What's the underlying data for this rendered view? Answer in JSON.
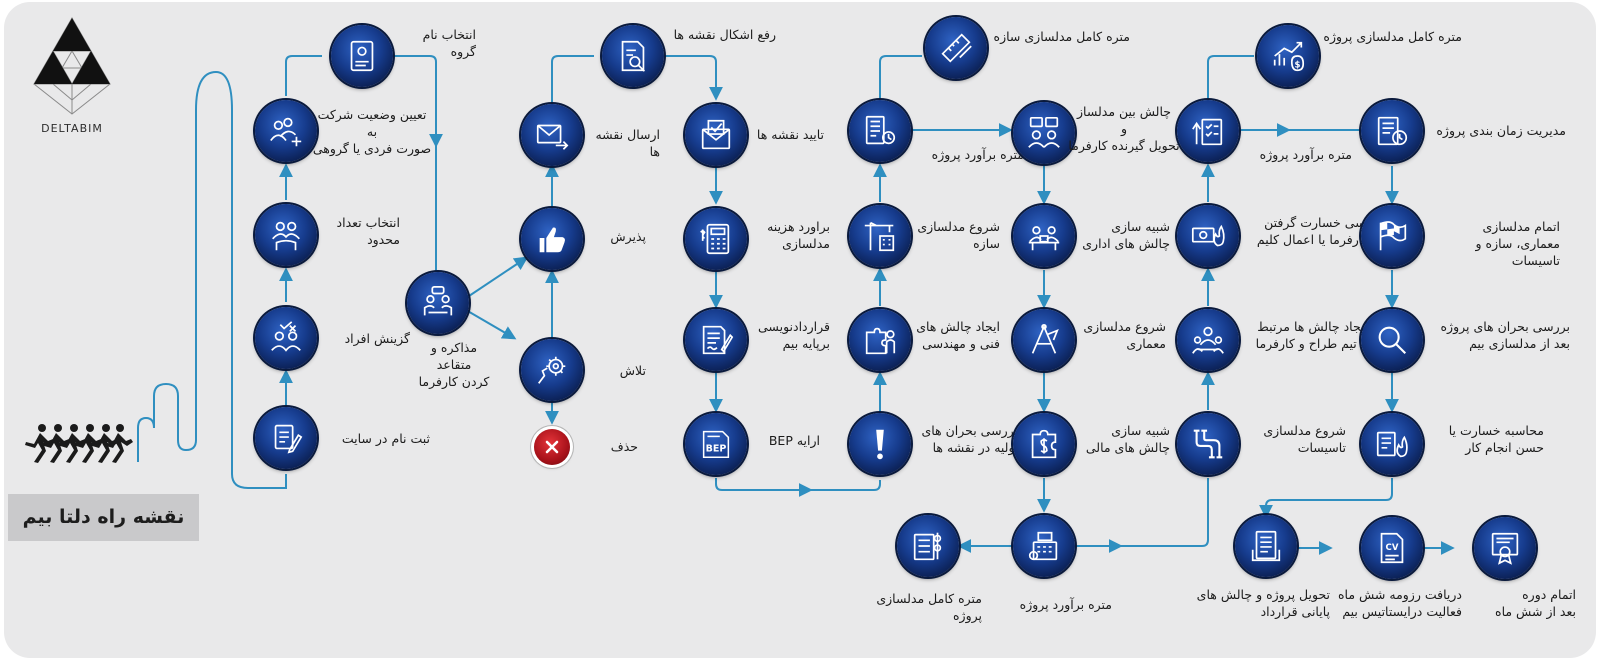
{
  "brand": {
    "name": "DELTABIM",
    "roadmap_title": "نقشه راه دلتا بیم"
  },
  "colors": {
    "background": "#e9e9ea",
    "connector": "#2f8fc0",
    "node_dark": "#0b1f52",
    "node_light": "#2f63c4",
    "reject": "#c0151d",
    "title_box": "#c9c9cb"
  },
  "steps": {
    "register": {
      "label": "ثبت نام در سایت",
      "icon": "registration-form-icon"
    },
    "select_people": {
      "label": "گزینش افراد",
      "icon": "people-selection-icon"
    },
    "limited_count": {
      "label": "انتخاب تعداد\nمحدود",
      "icon": "hand-people-icon"
    },
    "company_status": {
      "label": "تعیین وضعیت شرکت\nبه\nصورت فردی یا گروهی",
      "icon": "add-group-icon"
    },
    "group_name": {
      "label": "انتخاب نام گروه",
      "icon": "id-card-icon"
    },
    "negotiate": {
      "label": "مذاکره و متقاعد\nکردن کارفرما",
      "icon": "meeting-icon"
    },
    "send_plans": {
      "label": "ارسال نقشه ها",
      "icon": "envelope-send-icon"
    },
    "accept": {
      "label": "پذیرش",
      "icon": "thumbs-up-icon"
    },
    "effort": {
      "label": "تلاش",
      "icon": "effort-gear-icon"
    },
    "reject": {
      "label": "حذف",
      "icon": "close-icon"
    },
    "fix_plans": {
      "label": "رفع اشکال نقشه ها",
      "icon": "document-search-icon"
    },
    "approve_plans": {
      "label": "تایید نقشه ها",
      "icon": "approved-mail-icon"
    },
    "cost_estimate": {
      "label": "براورد هزینه\nمدلسازی",
      "icon": "calculator-icon"
    },
    "bim_contract": {
      "label": "قراردادنویسی\nبرپایه بیم",
      "icon": "contract-pen-icon"
    },
    "bep_present": {
      "label": "ارایه BEP",
      "icon": "bep-document-icon"
    },
    "structure_full": {
      "label": "متره کامل مدلسازی سازه",
      "icon": "ruler-pencil-icon"
    },
    "project_estimate_1": {
      "label": "متره برآورد پروژه",
      "icon": "estimate-sheet-icon"
    },
    "start_structure": {
      "label": "شروع مدلسازی\nسازه",
      "icon": "crane-building-icon"
    },
    "tech_challenges": {
      "label": "ایجاد چالش های\nفنی و مهندسی",
      "icon": "puzzle-person-icon"
    },
    "early_crisis": {
      "label": "بررسی بحران های\nاولیه در نقشه ها",
      "icon": "exclamation-icon"
    },
    "modeler_client": {
      "label": "چالش بین مدلساز\nو\nتحویل گیرنده کارفرما",
      "icon": "conversation-icon"
    },
    "admin_sim": {
      "label": "شبیه سازی\nچالش های اداری",
      "icon": "office-desk-icon"
    },
    "start_arch": {
      "label": "شروع مدلسازی\nمعماری",
      "icon": "drafting-tools-icon"
    },
    "finance_sim": {
      "label": "شبیه سازی\nچالش های مالی",
      "icon": "money-puzzle-icon"
    },
    "project_estimate_2": {
      "label": "متره برآورد پروژه",
      "icon": "cash-register-icon"
    },
    "project_full_1": {
      "label": "متره کامل مدلسازی\nپروژه",
      "icon": "abacus-sheet-icon"
    },
    "project_full_2": {
      "label": "متره کامل مدلسازی پروژه",
      "icon": "growth-money-icon"
    },
    "project_estimate_3": {
      "label": "متره برآورد پروژه",
      "icon": "checklist-icon"
    },
    "damage_client": {
      "label": "بررسی خسارت گرفتن\nاز کارفرما یا اعمال کلیم",
      "icon": "cash-fire-icon"
    },
    "designer_challenges": {
      "label": "ایجاد چالش ها مرتبط\nبا تیم طراح و کارفرما",
      "icon": "team-meeting-icon"
    },
    "start_mep": {
      "label": "شروع مدلسازی\nتاسیسات",
      "icon": "pipes-icon"
    },
    "schedule": {
      "label": "مدیریت زمان بندی پروژه",
      "icon": "schedule-clock-icon"
    },
    "finish_modeling": {
      "label": "اتمام مدلسازی\nمعماری، سازه و تاسیسات",
      "icon": "finish-flag-icon"
    },
    "post_crisis": {
      "label": "بررسی بحران های پروژه\nبعد از مدلسازی بیم",
      "icon": "magnifier-icon"
    },
    "damage_calc": {
      "label": "محاسبه خسارت یا\nحسن انجام کار",
      "icon": "money-fire-icon"
    },
    "delivery": {
      "label": "تحویل پروژه و چالش های\nپایانی قرارداد",
      "icon": "delivery-document-icon"
    },
    "resume": {
      "label": "دریافت رزومه شش ماه\nفعالیت درایستاتیس بیم",
      "icon": "cv-document-icon"
    },
    "course_end": {
      "label": "اتمام دوره\nبعد از شش ماه",
      "icon": "certificate-icon"
    }
  }
}
